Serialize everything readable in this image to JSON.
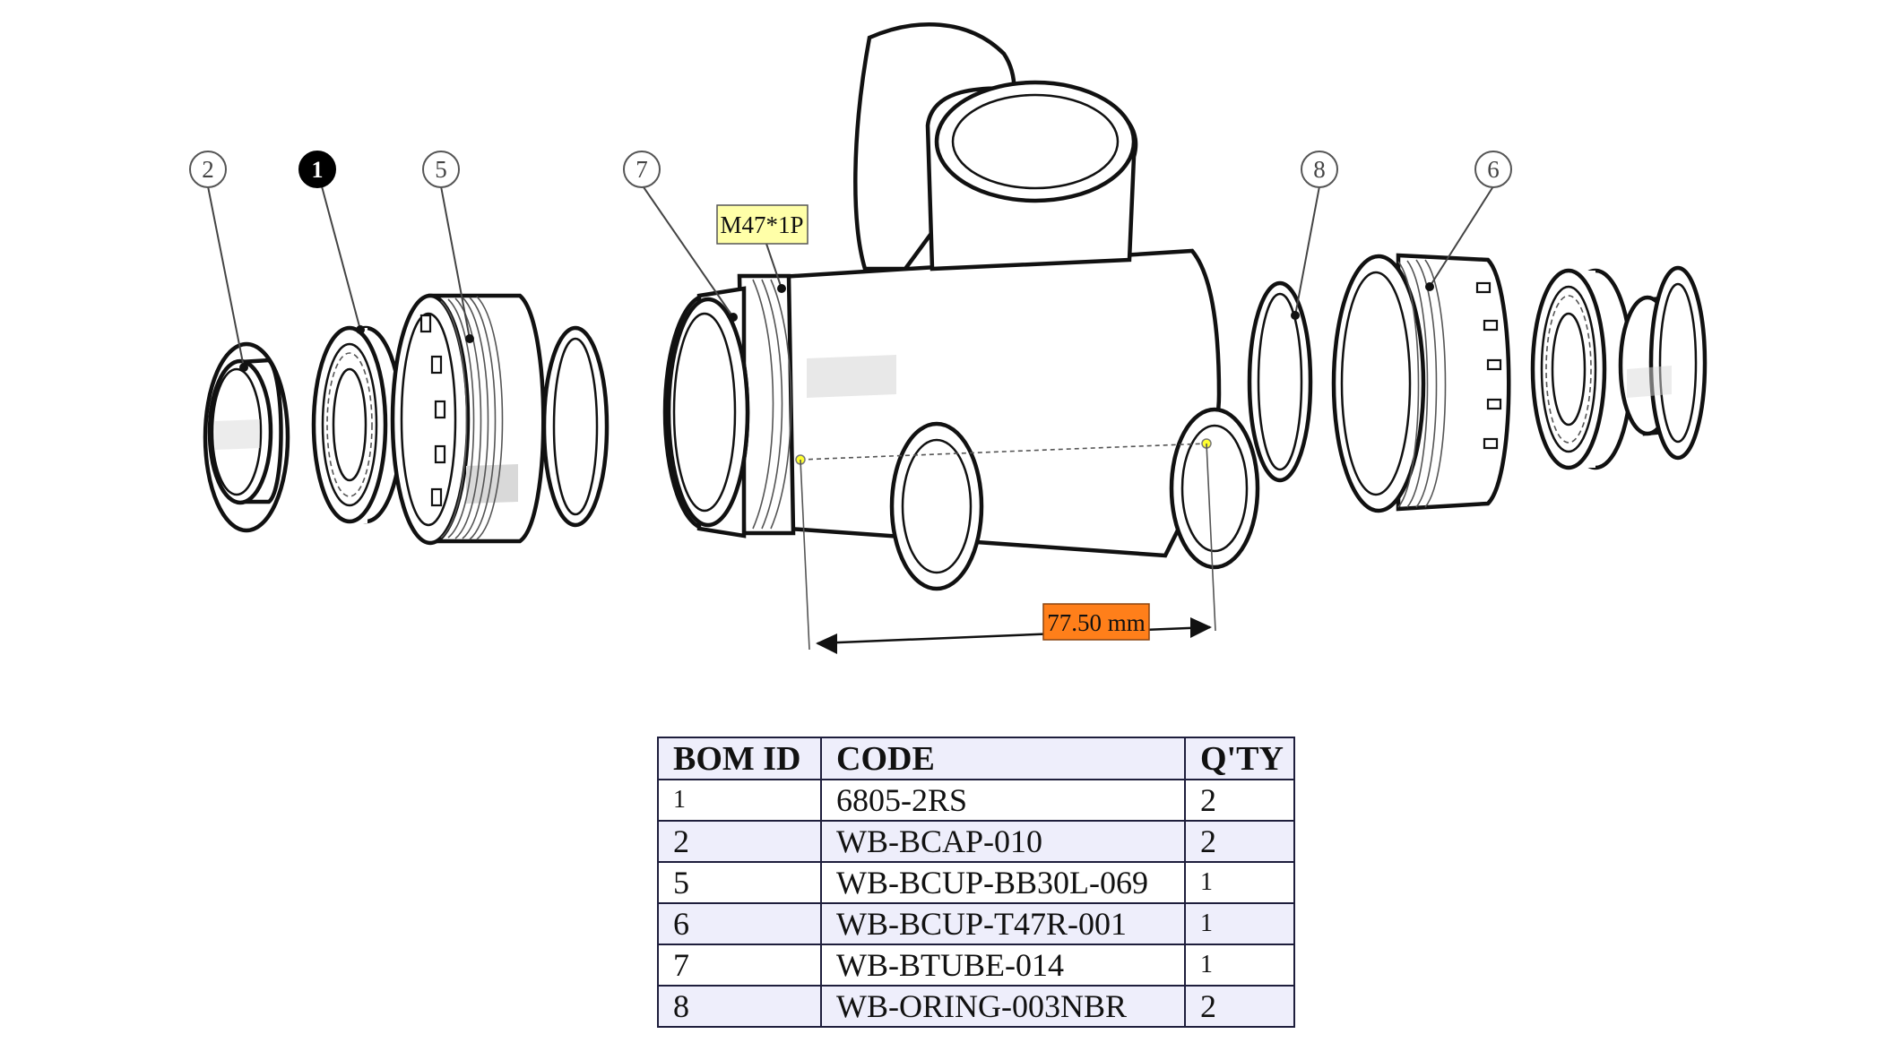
{
  "callouts": {
    "b2": "2",
    "b1": "1",
    "b5": "5",
    "b7": "7",
    "b8": "8",
    "b6": "6"
  },
  "thread_label": "M47*1P",
  "dimension_label": "77.50 mm",
  "colors": {
    "thread_label_bg": "#ffffa8",
    "dimension_bg": "#ff7f1a",
    "table_header_bg": "#eeeefb",
    "table_border": "#1e1e3c"
  },
  "bom": {
    "headers": [
      "BOM ID",
      "CODE",
      "Q'TY"
    ],
    "rows": [
      [
        "1",
        "6805-2RS",
        "2"
      ],
      [
        "2",
        "WB-BCAP-010",
        "2"
      ],
      [
        "5",
        "WB-BCUP-BB30L-069",
        "1"
      ],
      [
        "6",
        "WB-BCUP-T47R-001",
        "1"
      ],
      [
        "7",
        "WB-BTUBE-014",
        "1"
      ],
      [
        "8",
        "WB-ORING-003NBR",
        "2"
      ]
    ]
  }
}
